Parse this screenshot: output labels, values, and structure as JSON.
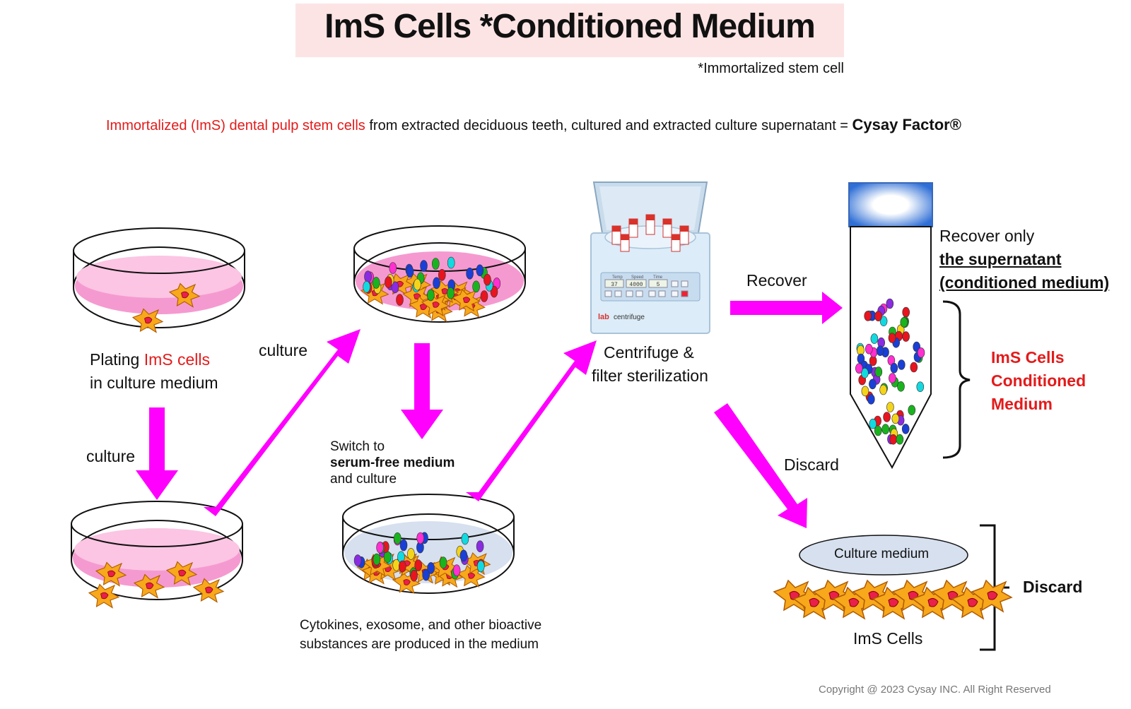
{
  "title": "ImS Cells  *Conditioned Medium",
  "title_note": "*Immortalized stem cell",
  "intro": {
    "red_part": "Immortalized (ImS) dental pulp stem cells",
    "black_part": " from extracted deciduous teeth, cultured and extracted culture supernatant = ",
    "brand": "Cysay Factor®"
  },
  "steps": {
    "plating_line1": "Plating ",
    "plating_red": "ImS cells",
    "plating_line2": "in culture medium",
    "culture_down": "culture",
    "culture_up": "culture",
    "switch_line1": "Switch to",
    "switch_bold": "serum-free medium",
    "switch_line3": "and culture",
    "produced_line1": "Cytokines, exosome, and other bioactive",
    "produced_line2": "substances are produced in the medium",
    "centrifuge_line1": "Centrifuge &",
    "centrifuge_line2": "filter sterilization",
    "recover_arrow": "Recover",
    "discard_arrow": "Discard",
    "recover_only": "Recover only",
    "supernatant_line1": "the supernatant ",
    "supernatant_line2": "(conditioned medium)",
    "result_line1": "ImS Cells",
    "result_line2": "Conditioned",
    "result_line3": "Medium",
    "culture_medium_label": "Culture medium",
    "ims_cells_label": "ImS Cells",
    "discard_label": "Discard"
  },
  "centrifuge": {
    "brand_mark": "lab",
    "brand_name": "centrifuge",
    "panel_headers": [
      "Temp",
      "Speed",
      "Time"
    ],
    "panel_values": [
      "37",
      "4000",
      "5"
    ]
  },
  "copyright": "Copyright @ 2023 Cysay INC. All Right Reserved",
  "colors": {
    "arrow": "#ff00ff",
    "medium_pink": "#f59ad0",
    "serum_free": "#d6e0ef",
    "cell_orange": "#f7a81b",
    "cell_nucleus": "#e8204a",
    "accent_red": "#e31b1b"
  }
}
